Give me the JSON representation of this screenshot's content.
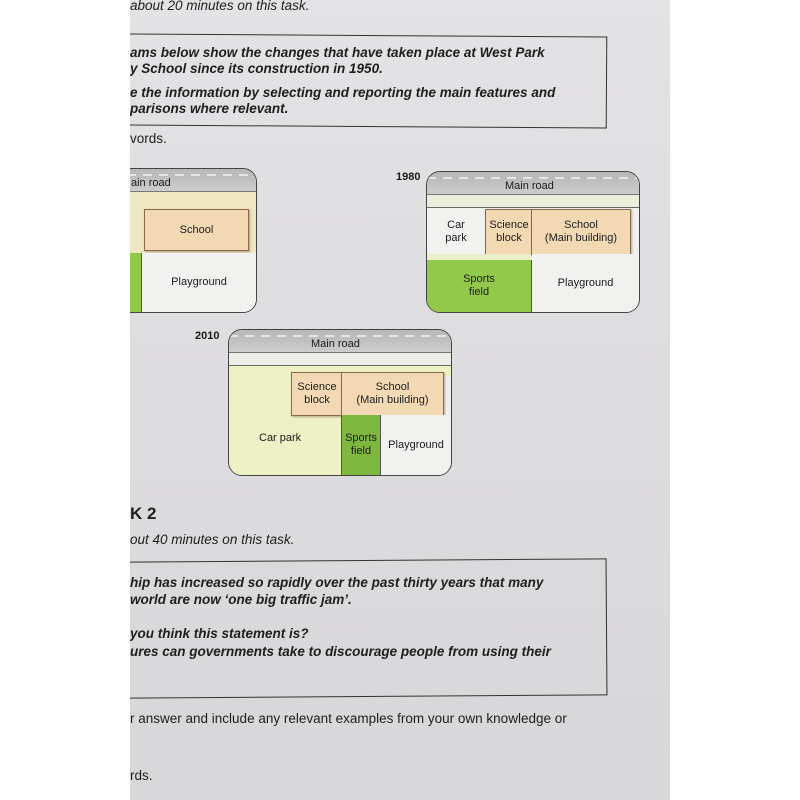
{
  "task1": {
    "time_instruction": "about 20 minutes on this task.",
    "prompt_lines": [
      "ams below show the changes that have taken place at West Park",
      "y School since its construction in 1950.",
      "e the information by selecting and reporting the main features and",
      "parisons where relevant."
    ],
    "word_instruction": "vords."
  },
  "maps": {
    "map1950": {
      "year": "",
      "road": "ain road",
      "school": "School",
      "playground": "Playground"
    },
    "map1980": {
      "year": "1980",
      "road": "Main road",
      "car_park_1": "Car",
      "car_park_2": "park",
      "science_1": "Science",
      "science_2": "block",
      "school_1": "School",
      "school_2": "(Main building)",
      "sports_1": "Sports",
      "sports_2": "field",
      "playground": "Playground"
    },
    "map2010": {
      "year": "2010",
      "road": "Main road",
      "science_1": "Science",
      "science_2": "block",
      "school_1": "School",
      "school_2": "(Main building)",
      "car_park": "Car park",
      "sports_1": "Sports",
      "sports_2": "field",
      "playground": "Playground"
    }
  },
  "task2": {
    "heading": "K 2",
    "time_instruction": "out 40 minutes on this task.",
    "prompt_lines": [
      "hip has increased so rapidly over the past thirty years that many",
      "world are now ‘one big traffic jam’.",
      "you think this statement is?",
      "ures can governments take to discourage people from using their"
    ],
    "answer_instruction": "r answer and include any relevant examples from your own knowledge or",
    "word_instruction": "rds."
  },
  "colors": {
    "building": "#f2d9b4",
    "sports_field": "#93c94a",
    "car_park_2010": "#eef0c6",
    "road": "#bdbdbd"
  }
}
